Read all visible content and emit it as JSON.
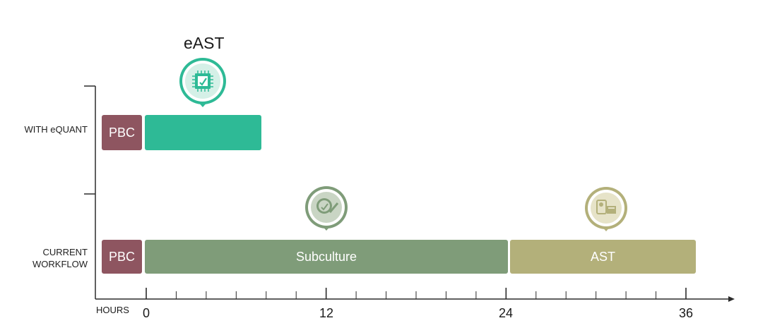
{
  "top_title": "eAST",
  "rows": {
    "with_equant": {
      "label": "WITH eQUANT",
      "pbc_label": "PBC"
    },
    "current_workflow": {
      "label_line1": "CURRENT",
      "label_line2": "WORKFLOW",
      "pbc_label": "PBC",
      "subculture_label": "Subculture",
      "ast_label": "AST"
    }
  },
  "axis": {
    "unit_label": "HOURS",
    "ticks": [
      "0",
      "12",
      "24",
      "36"
    ]
  },
  "icons": {
    "east": "chip-icon",
    "subculture": "culture-dish-icon",
    "ast": "lab-test-icon"
  },
  "colors": {
    "pbc": "#8e5560",
    "east": "#2eba96",
    "subculture": "#7f9c79",
    "ast": "#b3b07a"
  }
}
